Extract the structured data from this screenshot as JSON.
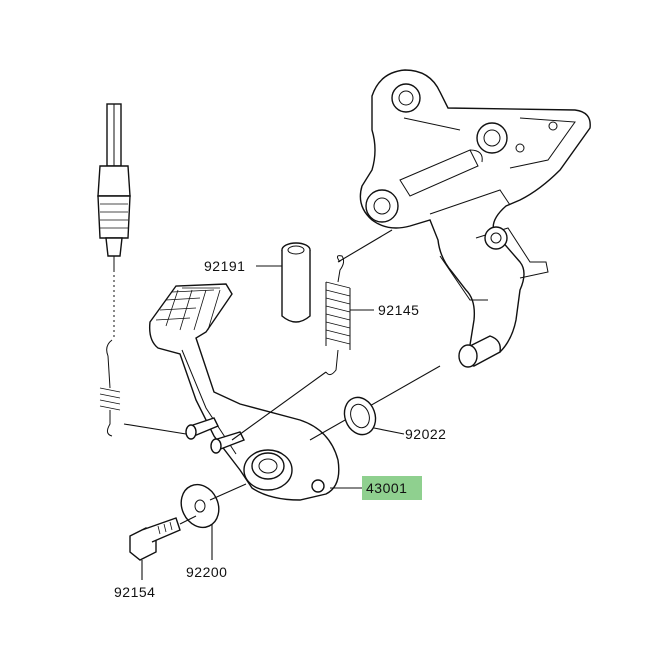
{
  "diagram": {
    "labels": {
      "p92191": "92191",
      "p92145": "92145",
      "p92022": "92022",
      "p43001": "43001",
      "p92200": "92200",
      "p92154": "92154"
    },
    "highlight_color": "#8fd08f",
    "line_color": "#111111"
  }
}
